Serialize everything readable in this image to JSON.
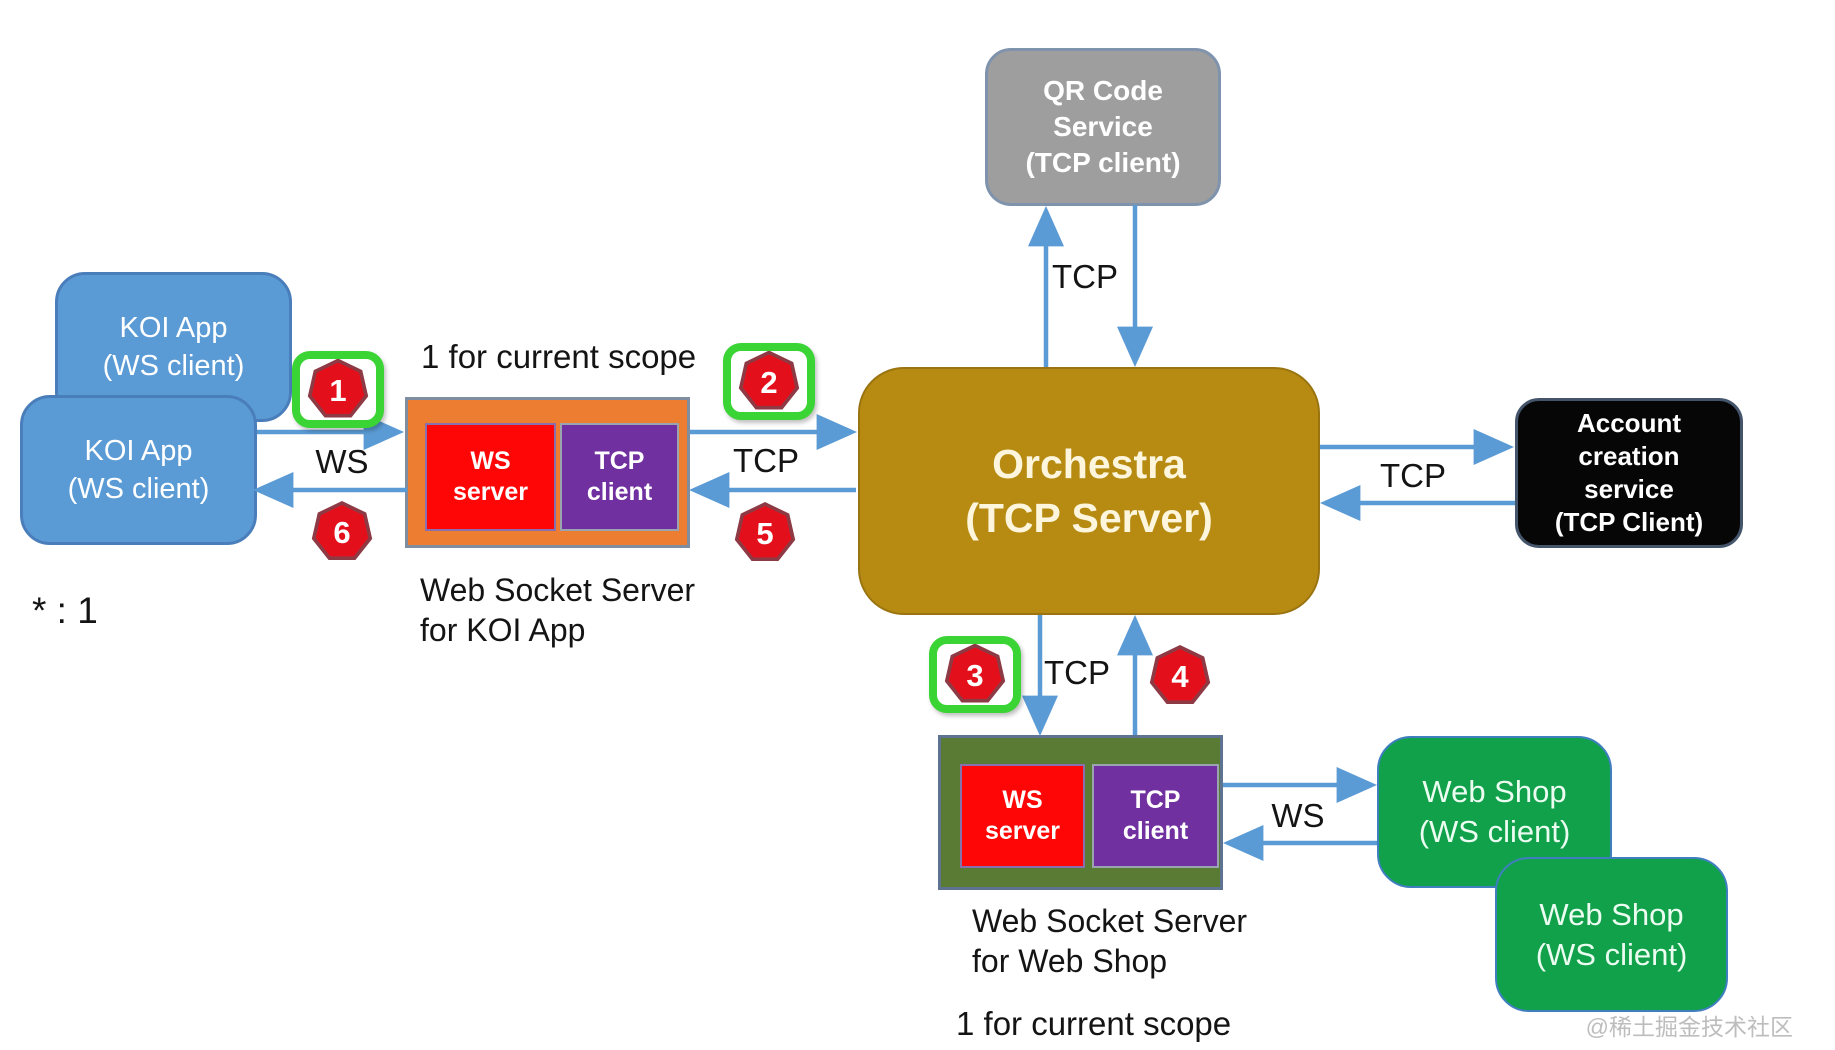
{
  "diagram": {
    "nodes": {
      "qr_service": {
        "label": "QR Code\nService\n(TCP client)"
      },
      "orchestra": {
        "label": "Orchestra\n(TCP Server)"
      },
      "account_service": {
        "label": "Account\ncreation\nservice\n(TCP Client)"
      },
      "koi_app_back": {
        "label": "KOI App\n(WS client)"
      },
      "koi_app_front": {
        "label": "KOI App\n(WS client)"
      },
      "webshop_back": {
        "label": "Web Shop\n(WS client)"
      },
      "webshop_front": {
        "label": "Web Shop\n(WS client)"
      },
      "wss_koi": {
        "ws_server": "WS\nserver",
        "tcp_client": "TCP\nclient",
        "caption": "Web Socket Server\nfor KOI App",
        "scope_note": "1 for current scope"
      },
      "wss_webshop": {
        "ws_server": "WS\nserver",
        "tcp_client": "TCP\nclient",
        "caption": "Web Socket Server\nfor Web Shop",
        "scope_note": "1 for current scope"
      }
    },
    "edge_labels": {
      "qr_tcp": "TCP",
      "koi_ws": "WS",
      "wss_orchestra_tcp": "TCP",
      "account_tcp": "TCP",
      "webshop_tcp": "TCP",
      "webshop_ws": "WS"
    },
    "badges": [
      {
        "num": "1",
        "highlighted": true
      },
      {
        "num": "2",
        "highlighted": true
      },
      {
        "num": "3",
        "highlighted": true
      },
      {
        "num": "4",
        "highlighted": false
      },
      {
        "num": "5",
        "highlighted": false
      },
      {
        "num": "6",
        "highlighted": false
      }
    ],
    "annotations": {
      "multiplicity": "* : 1"
    },
    "watermark": "@稀土掘金技术社区",
    "colors": {
      "arrow": "#5b9bd5",
      "orchestra": "#b78b12",
      "koi_blue": "#5b9bd5",
      "webshop_green": "#12a14b",
      "ws_server_red": "#fe0606",
      "tcp_client_purple": "#7030a0",
      "wss_koi_orange": "#ed7d31",
      "wss_webshop_olive": "#5a7b33",
      "qr_gray": "#9e9e9e",
      "account_black": "#060606",
      "badge_red": "#e3101c",
      "badge_highlight_green": "#3bd435"
    }
  }
}
